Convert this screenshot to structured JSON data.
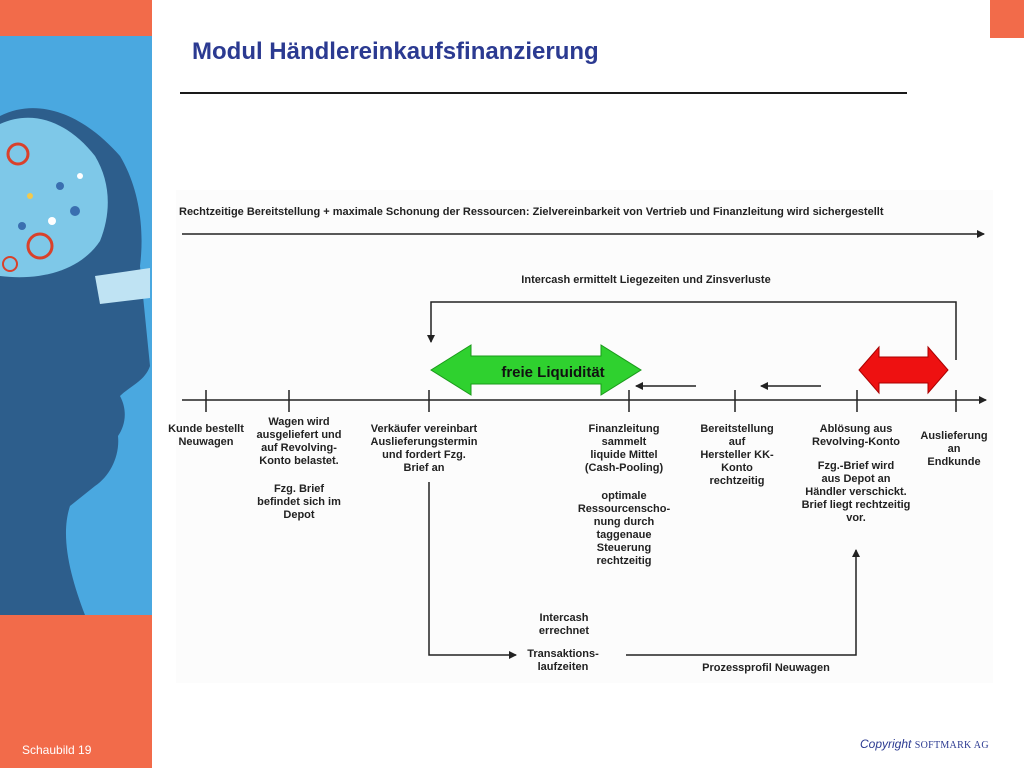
{
  "slide": {
    "title": "Modul Händlereinkaufsfinanzierung",
    "footer_left": "Schaubild 19",
    "copyright": "Copyright",
    "company": "SOFTMARK AG"
  },
  "colors": {
    "accent_orange": "#f26b4a",
    "sidebar_blue": "#4aa8e0",
    "title_blue": "#2b3a91",
    "green_arrow": "#2fd12f",
    "red_arrow": "#ee1111"
  },
  "diagram": {
    "top_heading": "Rechtzeitige Bereitstellung + maximale Schonung der Ressourcen: Zielvereinbarkeit von Vertrieb und Finanzleitung wird sichergestellt",
    "intercash_top": "Intercash ermittelt Liegezeiten und Zinsverluste",
    "green_label": "freie Liquidität",
    "steps": [
      "Kunde bestellt\nNeuwagen",
      "Wagen wird\nausgeliefert und\nauf Revolving-\nKonto belastet.",
      "Verkäufer vereinbart\nAuslieferungstermin\nund fordert Fzg.\nBrief an",
      "Finanzleitung\nsammelt\nliquide Mittel\n(Cash-Pooling)",
      "Bereitstellung\nauf\nHersteller KK-\nKonto\nrechtzeitig",
      "Ablösung aus\nRevolving-Konto",
      "Auslieferung\nan\nEndkunde"
    ],
    "notes": {
      "depot": "Fzg. Brief\nbefindet sich im\nDepot",
      "optimal": "optimale\nRessourcenscho-\nnung durch\ntaggenaue\nSteuerung\nrechtzeitig",
      "brief": "Fzg.-Brief wird\naus Depot an\nHändler verschickt.\nBrief liegt rechtzeitig\nvor.",
      "intercash_calc": "Intercash\nerrechnet",
      "transaktion": "Transaktions-\nlaufzeiten",
      "prozess": "Prozessprofil Neuwagen"
    }
  }
}
